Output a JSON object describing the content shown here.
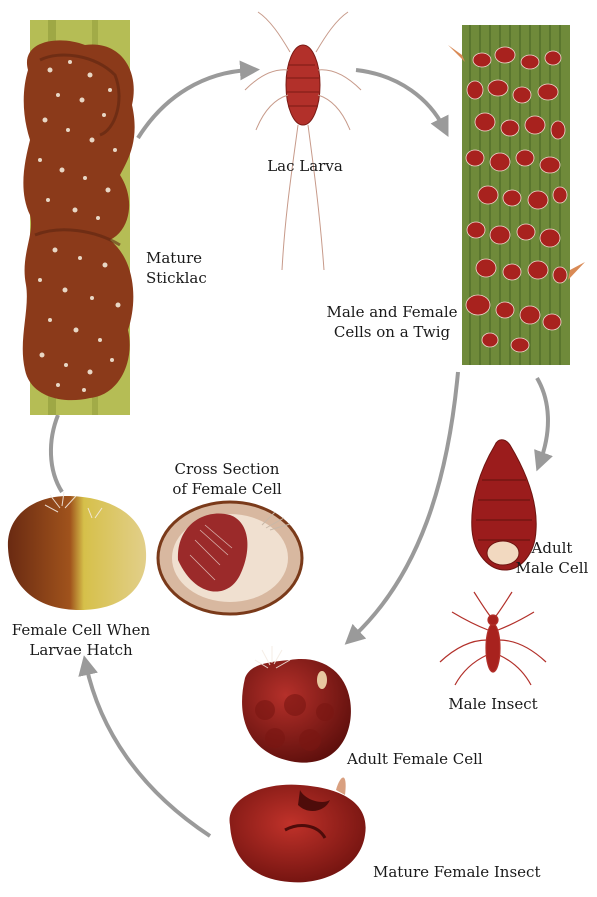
{
  "labels": {
    "lac_larva": "Lac Larva",
    "mature_sticklac": [
      "Mature",
      "Sticklac"
    ],
    "male_female_cells": [
      "Male and Female",
      "Cells on a Twig"
    ],
    "adult_male_cell": [
      "Adult",
      "Male Cell"
    ],
    "male_insect": "Male Insect",
    "adult_female_cell": "Adult Female Cell",
    "mature_female_insect": "Mature Female Insect",
    "female_cell_hatch": [
      "Female Cell When",
      "Larvae Hatch"
    ],
    "cross_section": [
      "Cross Section",
      "of Female Cell"
    ]
  },
  "colors": {
    "arrow": "#9a9a9a",
    "lac_red": "#9b1c1c",
    "lac_dark": "#6e1410",
    "sticklac_brown": "#8b3a1a",
    "twig_green": "#7d8f3a",
    "twig_pale": "#b9c46a"
  }
}
